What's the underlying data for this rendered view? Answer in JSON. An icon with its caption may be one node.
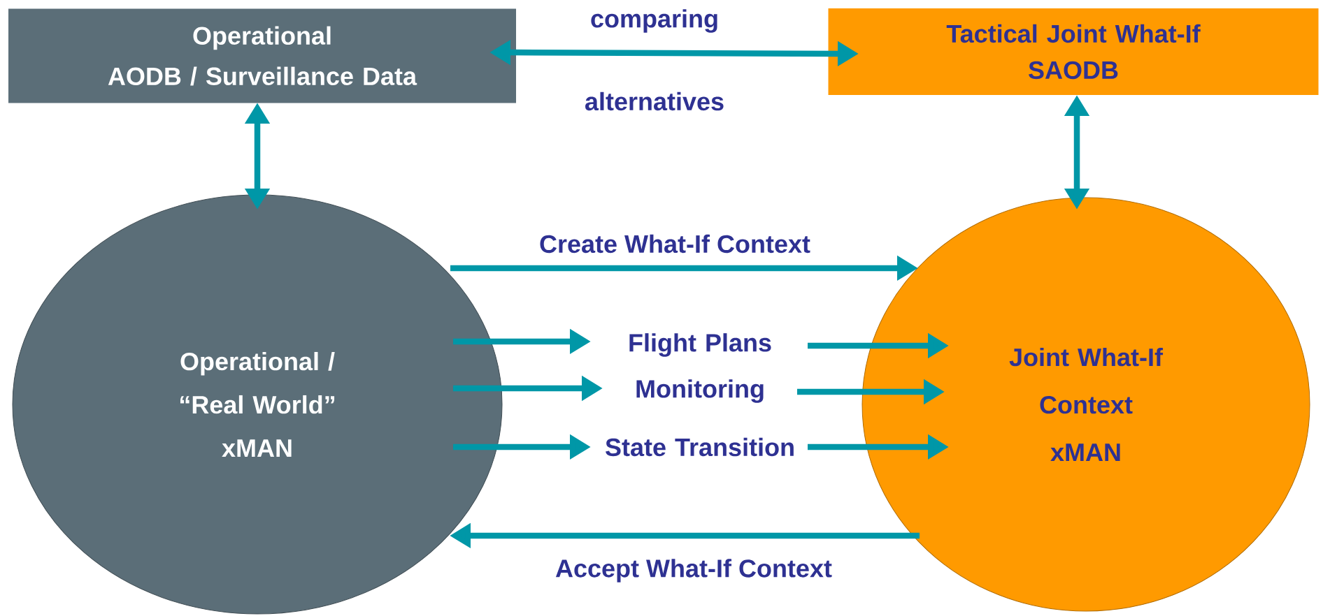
{
  "diagram": {
    "nodes": [
      {
        "text": [
          "Operational",
          "AODB / Surveillance Data"
        ]
      },
      {
        "text": [
          "Tactical Joint What-If",
          "SAODB"
        ]
      },
      {
        "text": [
          "Operational / “Real World”",
          "xMAN"
        ]
      },
      {
        "text": [
          "Joint What-If Context",
          "xMAN"
        ]
      },
      {
        "text": [
          "Flight Plans"
        ]
      },
      {
        "text": [
          "Monitoring"
        ]
      },
      {
        "text": [
          "State Transition"
        ]
      }
    ],
    "edges": [
      {
        "from": 0,
        "to": 1,
        "arrow": "both",
        "label": "comparing"
      },
      {
        "from": 0,
        "to": 2,
        "arrow": "both"
      },
      {
        "from": 1,
        "to": 3,
        "arrow": "both"
      },
      {
        "from": 2,
        "to": 3,
        "arrow": "to",
        "label": "Create What-If Context"
      },
      {
        "from": 3,
        "to": 2,
        "arrow": "to",
        "label": "Accept What-If Context"
      },
      {
        "from": 2,
        "to": 4,
        "arrow": "to"
      },
      {
        "from": 4,
        "to": 3,
        "arrow": "to"
      },
      {
        "from": 2,
        "to": 5,
        "arrow": "to"
      },
      {
        "from": 5,
        "to": 3,
        "arrow": "to"
      },
      {
        "from": 2,
        "to": 6,
        "arrow": "to"
      },
      {
        "from": 6,
        "to": 3,
        "arrow": "to"
      }
    ],
    "labels": [
      "alternatives"
    ]
  }
}
